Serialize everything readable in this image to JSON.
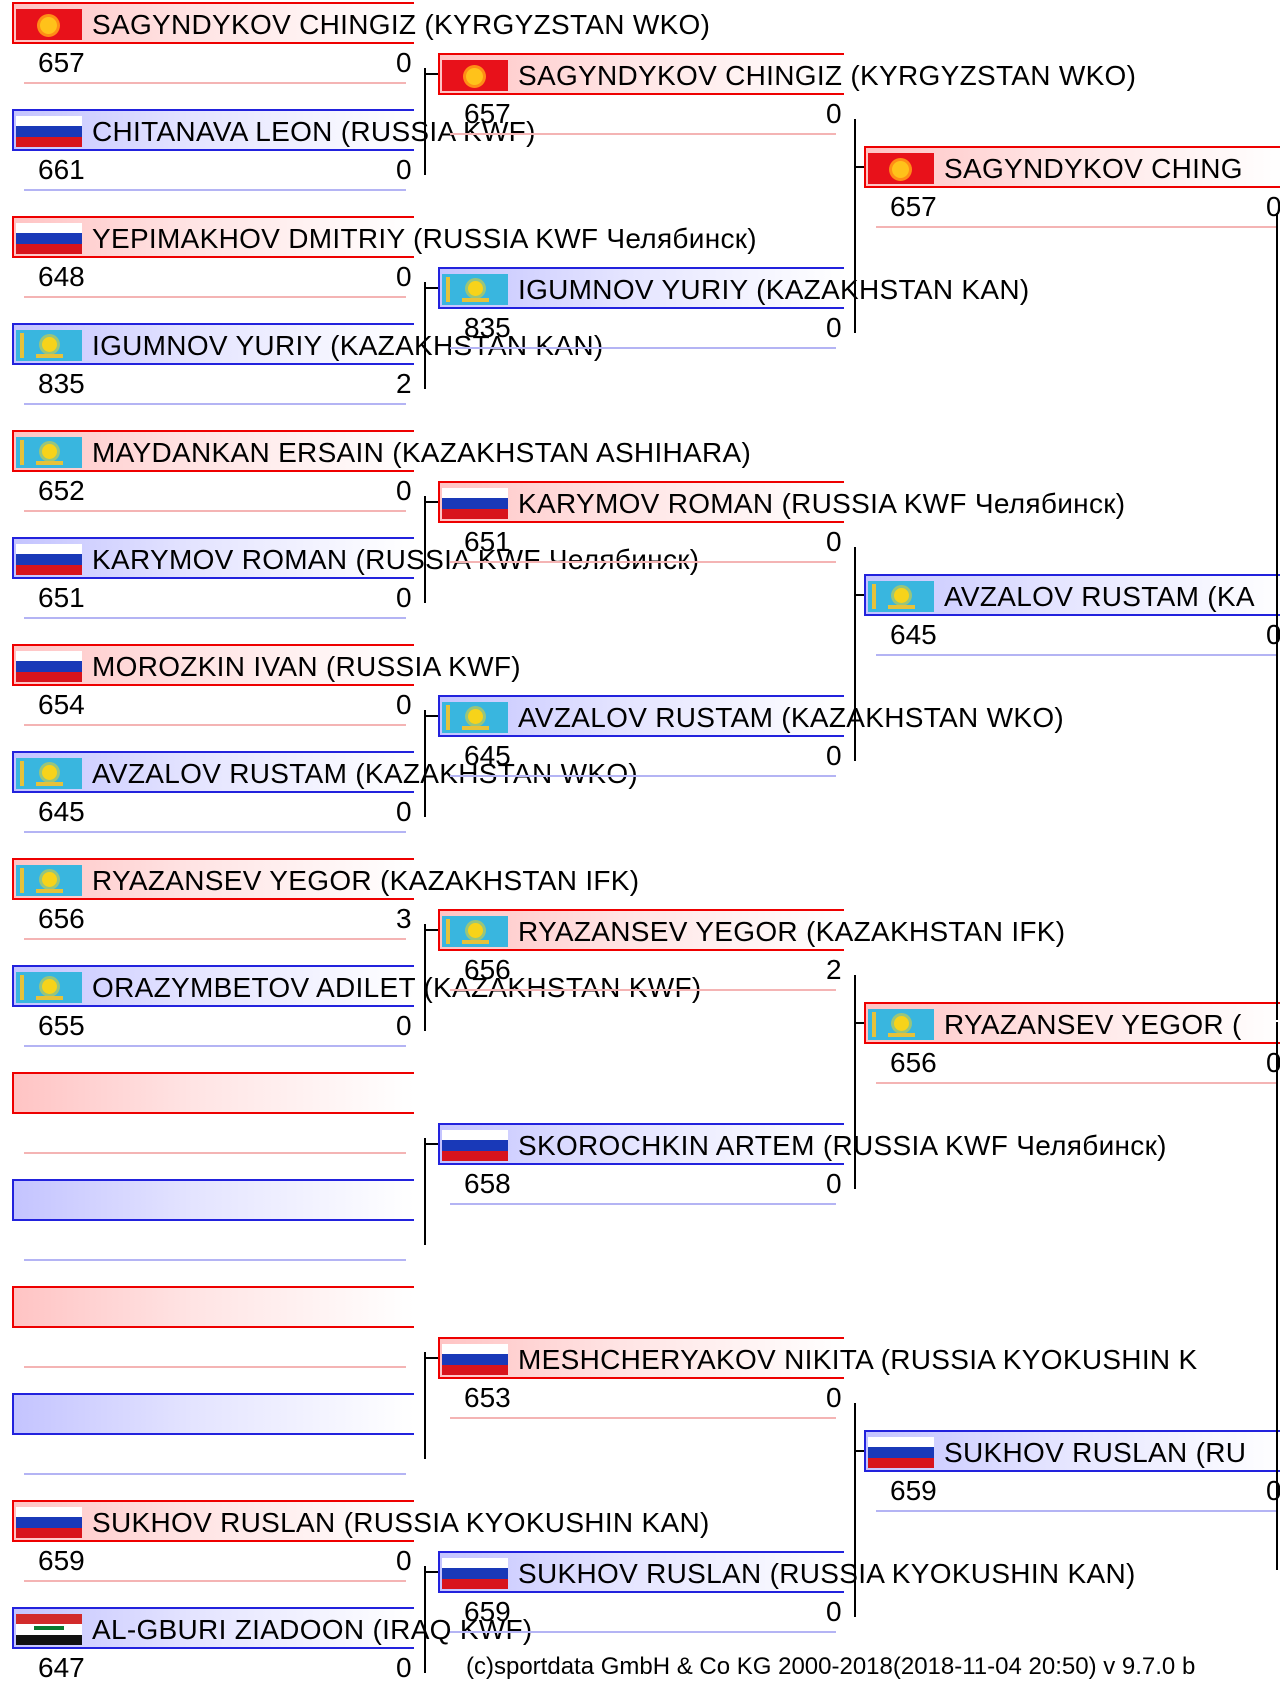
{
  "rounds": [
    {
      "slots": [
        {
          "color": "red",
          "flag": "kg",
          "name": "SAGYNDYKOV CHINGIZ (KYRGYZSTAN WKO)",
          "num": "657",
          "score": "0"
        },
        {
          "color": "blue",
          "flag": "ru",
          "name": "CHITANAVA LEON (RUSSIA KWF)",
          "num": "661",
          "score": "0"
        },
        {
          "color": "red",
          "flag": "ru",
          "name": "YEPIMAKHOV DMITRIY (RUSSIA KWF Челябинск)",
          "num": "648",
          "score": "0"
        },
        {
          "color": "blue",
          "flag": "kz",
          "name": "IGUMNOV YURIY (KAZAKHSTAN KAN)",
          "num": "835",
          "score": "2"
        },
        {
          "color": "red",
          "flag": "kz",
          "name": "MAYDANKAN ERSAIN (KAZAKHSTAN ASHIHARA)",
          "num": "652",
          "score": "0"
        },
        {
          "color": "blue",
          "flag": "ru",
          "name": "KARYMOV ROMAN (RUSSIA KWF Челябинск)",
          "num": "651",
          "score": "0"
        },
        {
          "color": "red",
          "flag": "ru",
          "name": "MOROZKIN IVAN (RUSSIA KWF)",
          "num": "654",
          "score": "0"
        },
        {
          "color": "blue",
          "flag": "kz",
          "name": "AVZALOV RUSTAM (KAZAKHSTAN WKO)",
          "num": "645",
          "score": "0"
        },
        {
          "color": "red",
          "flag": "kz",
          "name": "RYAZANSEV YEGOR (KAZAKHSTAN IFK)",
          "num": "656",
          "score": "3"
        },
        {
          "color": "blue",
          "flag": "kz",
          "name": "ORAZYMBETOV ADILET (KAZAKHSTAN KWF)",
          "num": "655",
          "score": "0"
        },
        {
          "color": "red",
          "flag": "",
          "name": "",
          "num": "",
          "score": ""
        },
        {
          "color": "blue",
          "flag": "",
          "name": "",
          "num": "",
          "score": ""
        },
        {
          "color": "red",
          "flag": "",
          "name": "",
          "num": "",
          "score": ""
        },
        {
          "color": "blue",
          "flag": "",
          "name": "",
          "num": "",
          "score": ""
        },
        {
          "color": "red",
          "flag": "ru",
          "name": "SUKHOV RUSLAN (RUSSIA KYOKUSHIN KAN)",
          "num": "659",
          "score": "0"
        },
        {
          "color": "blue",
          "flag": "iq",
          "name": "AL-GBURI ZIADOON (IRAQ KWF)",
          "num": "647",
          "score": "0"
        }
      ]
    },
    {
      "slots": [
        {
          "color": "red",
          "flag": "kg",
          "name": "SAGYNDYKOV CHINGIZ (KYRGYZSTAN WKO)",
          "num": "657",
          "score": "0"
        },
        {
          "color": "blue",
          "flag": "kz",
          "name": "IGUMNOV YURIY (KAZAKHSTAN KAN)",
          "num": "835",
          "score": "0"
        },
        {
          "color": "red",
          "flag": "ru",
          "name": "KARYMOV ROMAN (RUSSIA KWF Челябинск)",
          "num": "651",
          "score": "0"
        },
        {
          "color": "blue",
          "flag": "kz",
          "name": "AVZALOV RUSTAM (KAZAKHSTAN WKO)",
          "num": "645",
          "score": "0"
        },
        {
          "color": "red",
          "flag": "kz",
          "name": "RYAZANSEV YEGOR (KAZAKHSTAN IFK)",
          "num": "656",
          "score": "2"
        },
        {
          "color": "blue",
          "flag": "ru",
          "name": "SKOROCHKIN ARTEM (RUSSIA KWF Челябинск)",
          "num": "658",
          "score": "0"
        },
        {
          "color": "red",
          "flag": "ru",
          "name": "MESHCHERYAKOV NIKITA (RUSSIA KYOKUSHIN K",
          "num": "653",
          "score": "0"
        },
        {
          "color": "blue",
          "flag": "ru",
          "name": "SUKHOV RUSLAN (RUSSIA KYOKUSHIN KAN)",
          "num": "659",
          "score": "0"
        }
      ]
    },
    {
      "slots": [
        {
          "color": "red",
          "flag": "kg",
          "name": "SAGYNDYKOV CHING",
          "num": "657",
          "score": "0"
        },
        {
          "color": "blue",
          "flag": "kz",
          "name": "AVZALOV RUSTAM (KA",
          "num": "645",
          "score": "0"
        },
        {
          "color": "red",
          "flag": "kz",
          "name": "RYAZANSEV YEGOR (",
          "num": "656",
          "score": "0"
        },
        {
          "color": "blue",
          "flag": "ru",
          "name": "SUKHOV RUSLAN (RU",
          "num": "659",
          "score": "0"
        }
      ]
    }
  ],
  "footer": "(c)sportdata GmbH & Co KG 2000-2018(2018-11-04 20:50) v 9.7.0 b"
}
